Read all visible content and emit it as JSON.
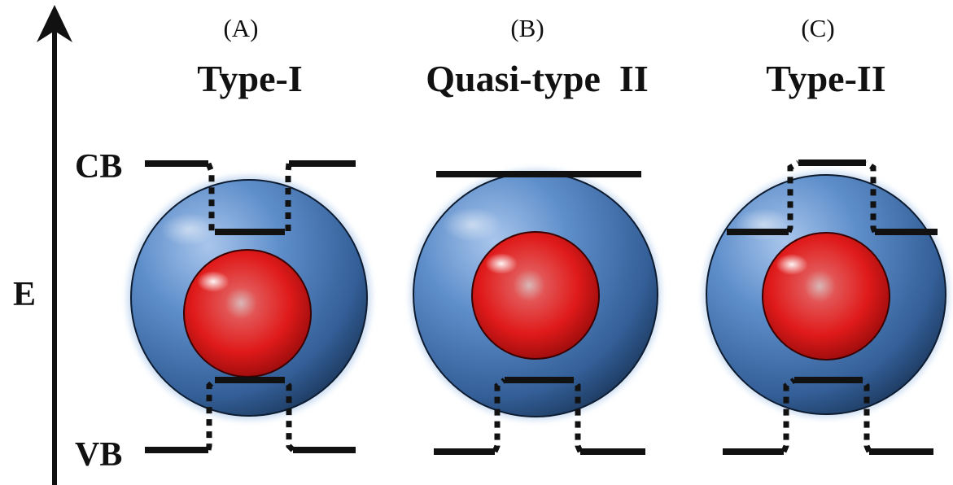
{
  "axis": {
    "label": "E",
    "cb_label": "CB",
    "vb_label": "VB"
  },
  "panels": [
    {
      "letter": "(A)",
      "title": "Type-I"
    },
    {
      "letter": "(B)",
      "title": "Quasi-type  II"
    },
    {
      "letter": "(C)",
      "title": "Type-II"
    }
  ],
  "colors": {
    "shell": "#3f6fae",
    "core": "#e01818",
    "lines": "#111111"
  }
}
